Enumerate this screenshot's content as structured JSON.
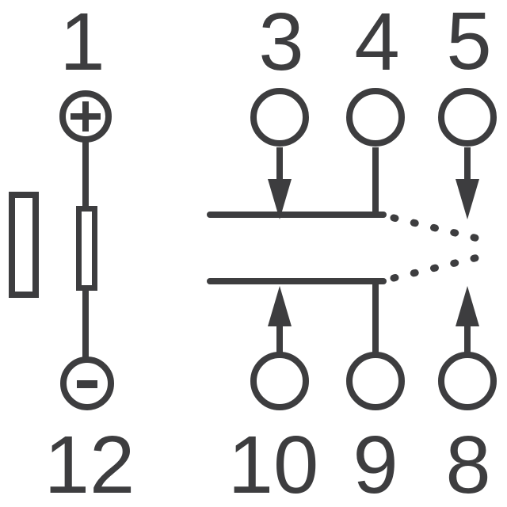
{
  "colors": {
    "ink": "#3d3d3f",
    "background": "#ffffff"
  },
  "coil": {
    "positive": {
      "label": "1",
      "symbol": "+"
    },
    "negative": {
      "label": "12",
      "symbol": "-"
    }
  },
  "contacts": {
    "top_row": [
      {
        "label": "3"
      },
      {
        "label": "4"
      },
      {
        "label": "5"
      }
    ],
    "bottom_row": [
      {
        "label": "10"
      },
      {
        "label": "9"
      },
      {
        "label": "8"
      }
    ]
  }
}
